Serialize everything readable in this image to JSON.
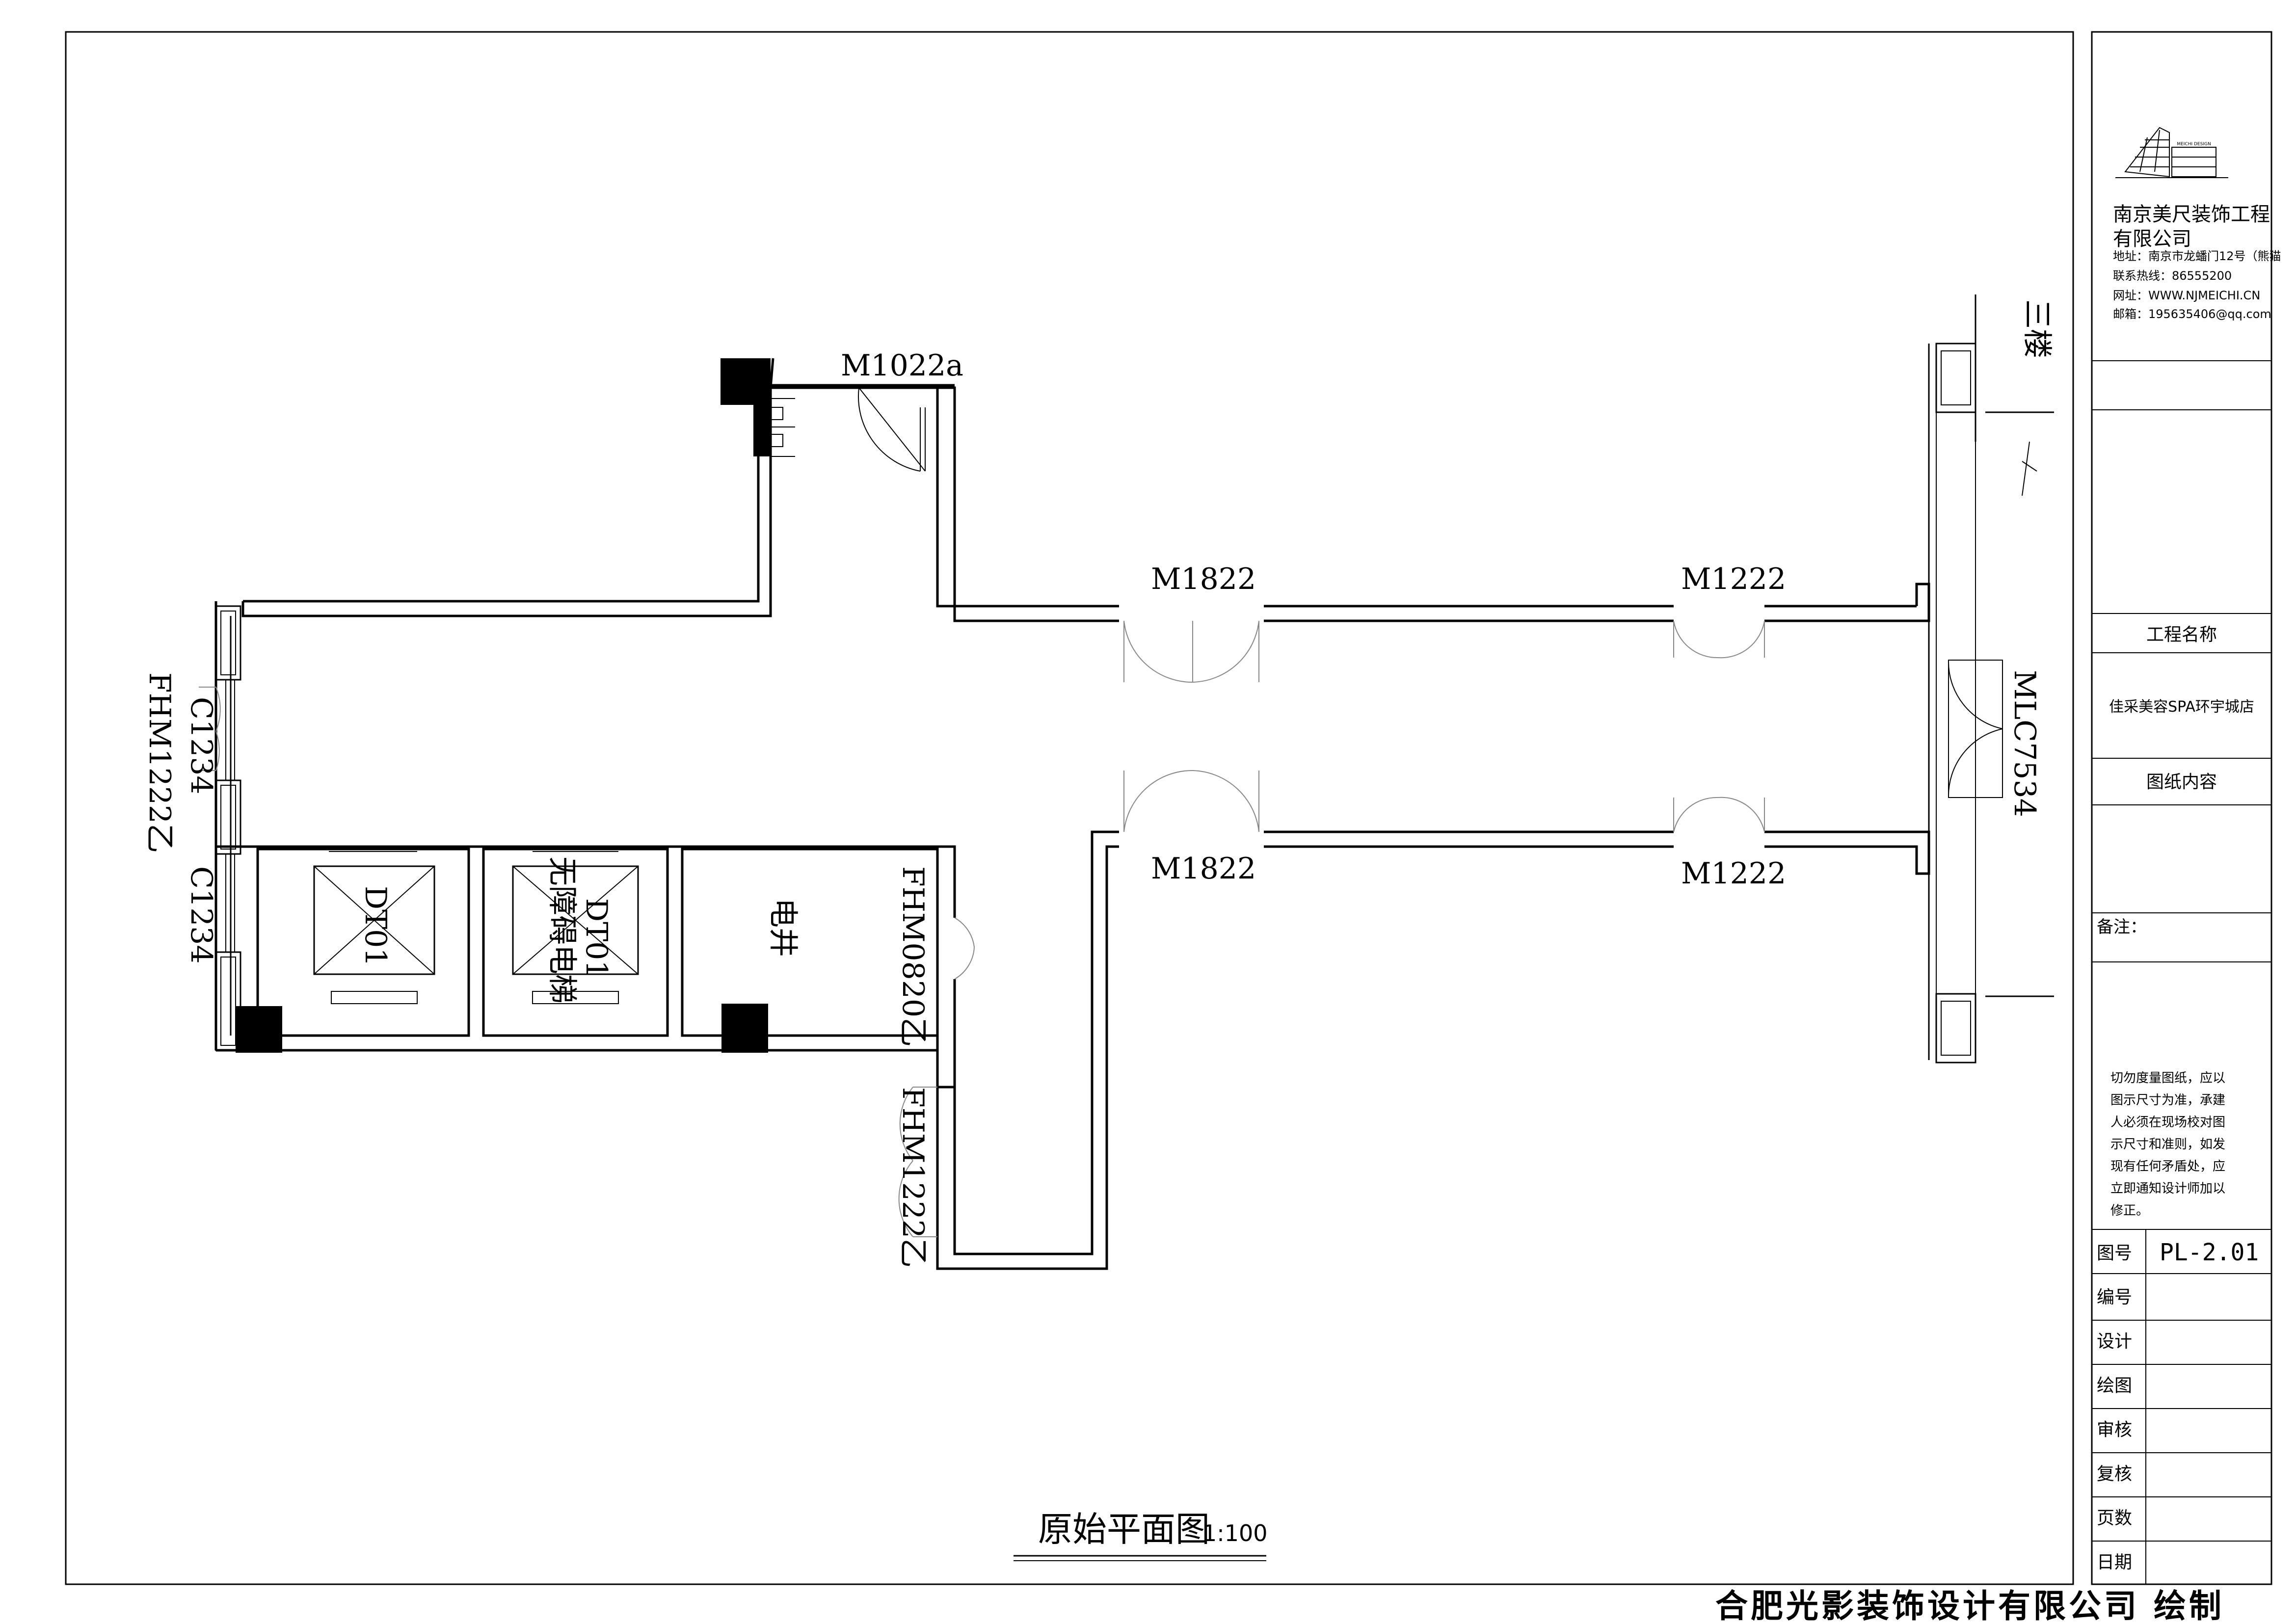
{
  "company": {
    "name": "南京美尺装饰工程有限公司",
    "name_line1": "南京美尺装饰工程",
    "name_line2": "有限公司",
    "logo_caption": "MEICHI DESIGN",
    "address": "地址：南京市龙蟠门12号（熊猫",
    "phone": "联系热线：86555200",
    "website": "网址：WWW.NJMEICHI.CN",
    "email": "邮箱：195635406@qq.com"
  },
  "title_block": {
    "project_name_label": "工程名称",
    "project_name": "佳采美容SPA环宇城店",
    "drawing_content_label": "图纸内容",
    "drawing_content": "",
    "remarks_label": "备注：",
    "note": [
      "切勿度量图纸，应以",
      "图示尺寸为准，承建",
      "人必须在现场校对图",
      "示尺寸和准则，如发",
      "现有任何矛盾处，应",
      "立即通知设计师加以",
      "修正。"
    ],
    "fields": [
      {
        "label": "图号",
        "value": "PL-2.01"
      },
      {
        "label": "编号",
        "value": ""
      },
      {
        "label": "设计",
        "value": ""
      },
      {
        "label": "绘图",
        "value": ""
      },
      {
        "label": "审核",
        "value": ""
      },
      {
        "label": "复核",
        "value": ""
      },
      {
        "label": "页数",
        "value": ""
      },
      {
        "label": "日期",
        "value": ""
      }
    ]
  },
  "plan": {
    "title": "原始平面图",
    "scale": "1:100",
    "labels": {
      "m1022a": "M1022a",
      "m1822_top": "M1822",
      "m1222_top": "M1222",
      "m1822_bottom": "M1822",
      "m1222_bottom": "M1222",
      "mlc7534": "MLC7534",
      "fhm1222_left": "FHM1222乙",
      "c1234_top": "C1234",
      "c1234_bottom": "C1234",
      "fhm0820": "FHM0820乙",
      "fhm1222_bottom": "FHM1222乙",
      "dt01_a": "DT01",
      "dt01_b": "DT01",
      "accessible_elevator": "无障碍电梯",
      "shaft": "电井",
      "stair": "三楼"
    }
  },
  "footer": "合肥光影装饰设计有限公司 绘制"
}
